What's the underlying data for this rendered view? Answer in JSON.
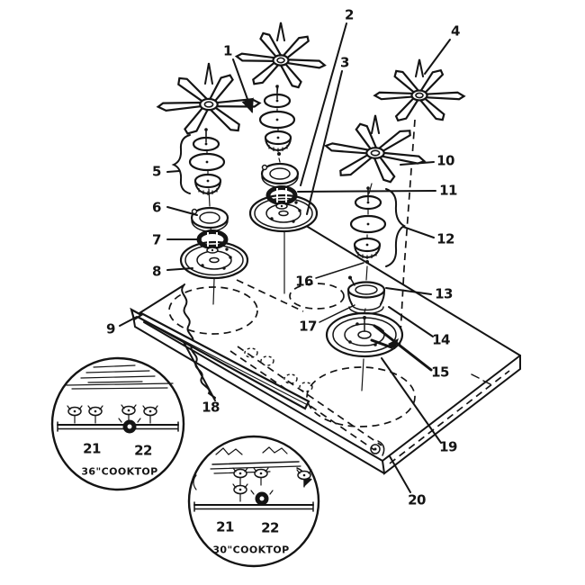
{
  "figure_description": "Exploded parts diagram of a gas cooktop: four star burner grates, burner cap stacks, rings, burner bases, cooktop panel, and two circular manifold detail insets",
  "colors": {
    "ink": "#141414",
    "paper": "#ffffff"
  },
  "callouts": {
    "n1": "1",
    "n2": "2",
    "n3": "3",
    "n4": "4",
    "n5": "5",
    "n6": "6",
    "n7": "7",
    "n8": "8",
    "n9": "9",
    "n10": "10",
    "n11": "11",
    "n12": "12",
    "n13": "13",
    "n14": "14",
    "n15": "15",
    "n16": "16",
    "n17": "17",
    "n18": "18",
    "n19": "19",
    "n20": "20",
    "n21a": "21",
    "n22a": "22",
    "n21b": "21",
    "n22b": "22"
  },
  "insets": {
    "inset36": {
      "caption": "36\"COOKTOP"
    },
    "inset30": {
      "caption": "30\"COOKTOP"
    }
  }
}
